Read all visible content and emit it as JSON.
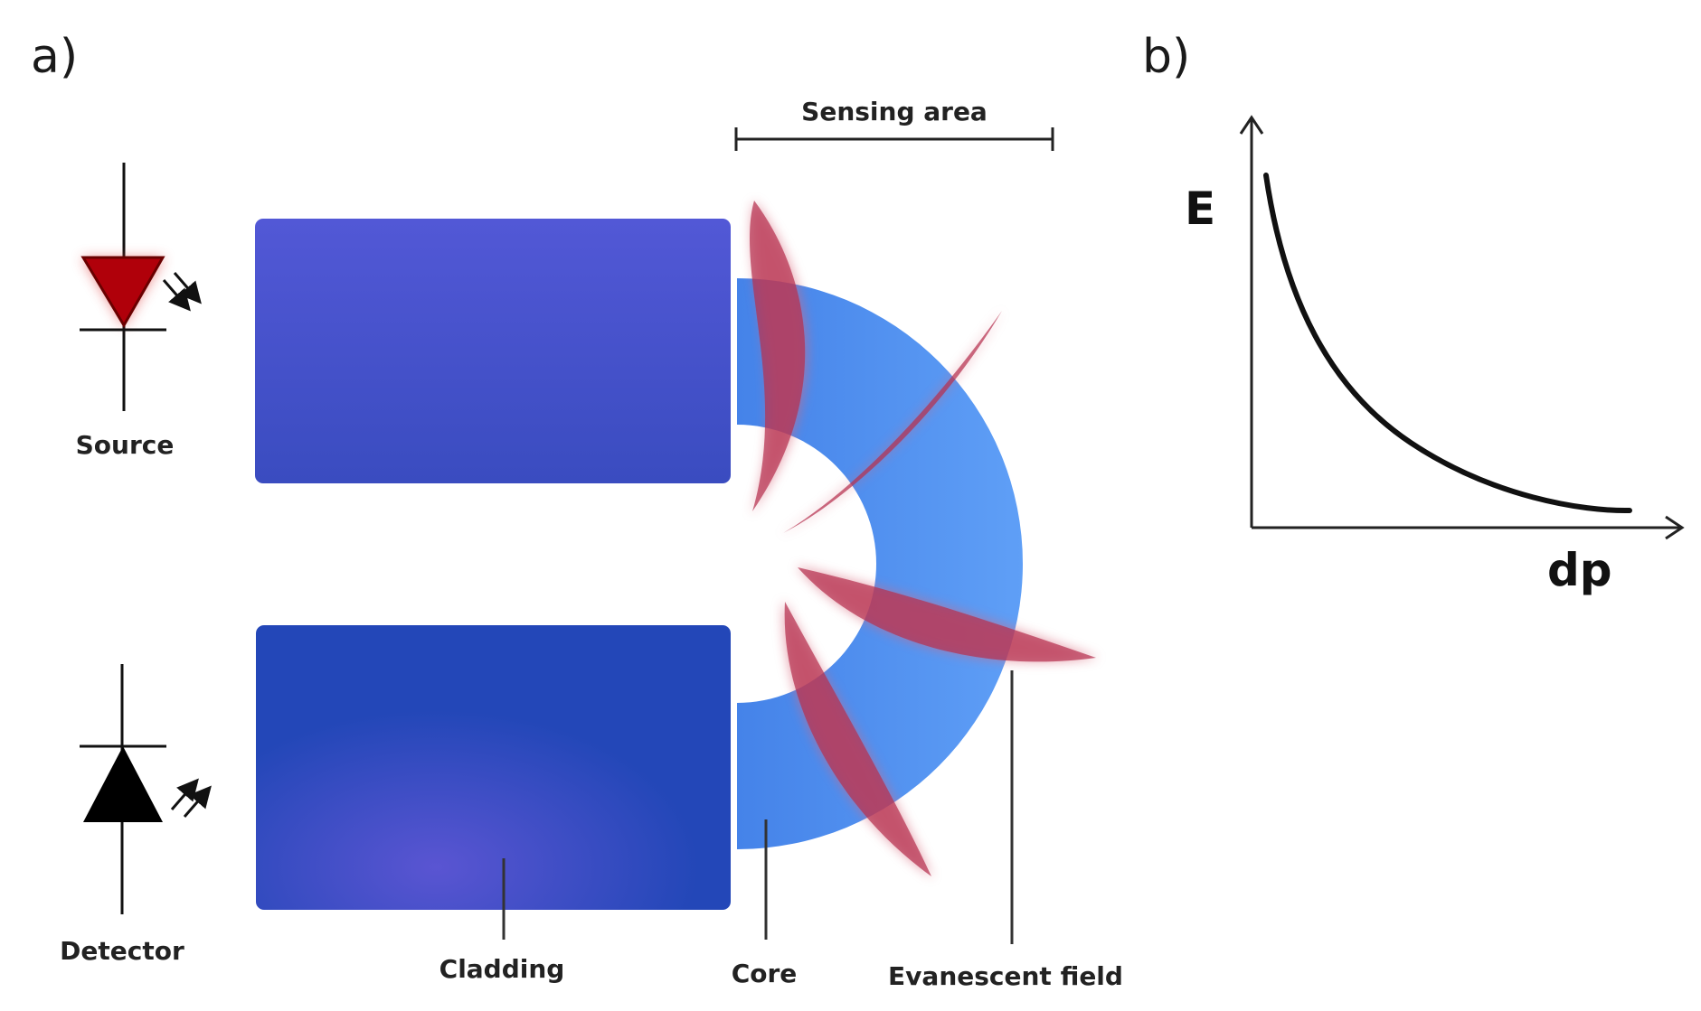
{
  "panels": {
    "a": "a)",
    "b": "b)"
  },
  "labels": {
    "sensing_area": "Sensing area",
    "source": "Source",
    "detector": "Detector",
    "cladding": "Cladding",
    "core": "Core",
    "evanescent_field": "Evanescent field"
  },
  "plot": {
    "y_label": "E",
    "x_label": "dp"
  },
  "colors": {
    "cladding": "#3f4fc4",
    "core": "#4f8ef0",
    "evanescent": "#c23a5a",
    "source_led": "#b0000a",
    "detector": "#000000"
  },
  "icons": {
    "source": "led-icon",
    "detector": "photodiode-icon"
  }
}
